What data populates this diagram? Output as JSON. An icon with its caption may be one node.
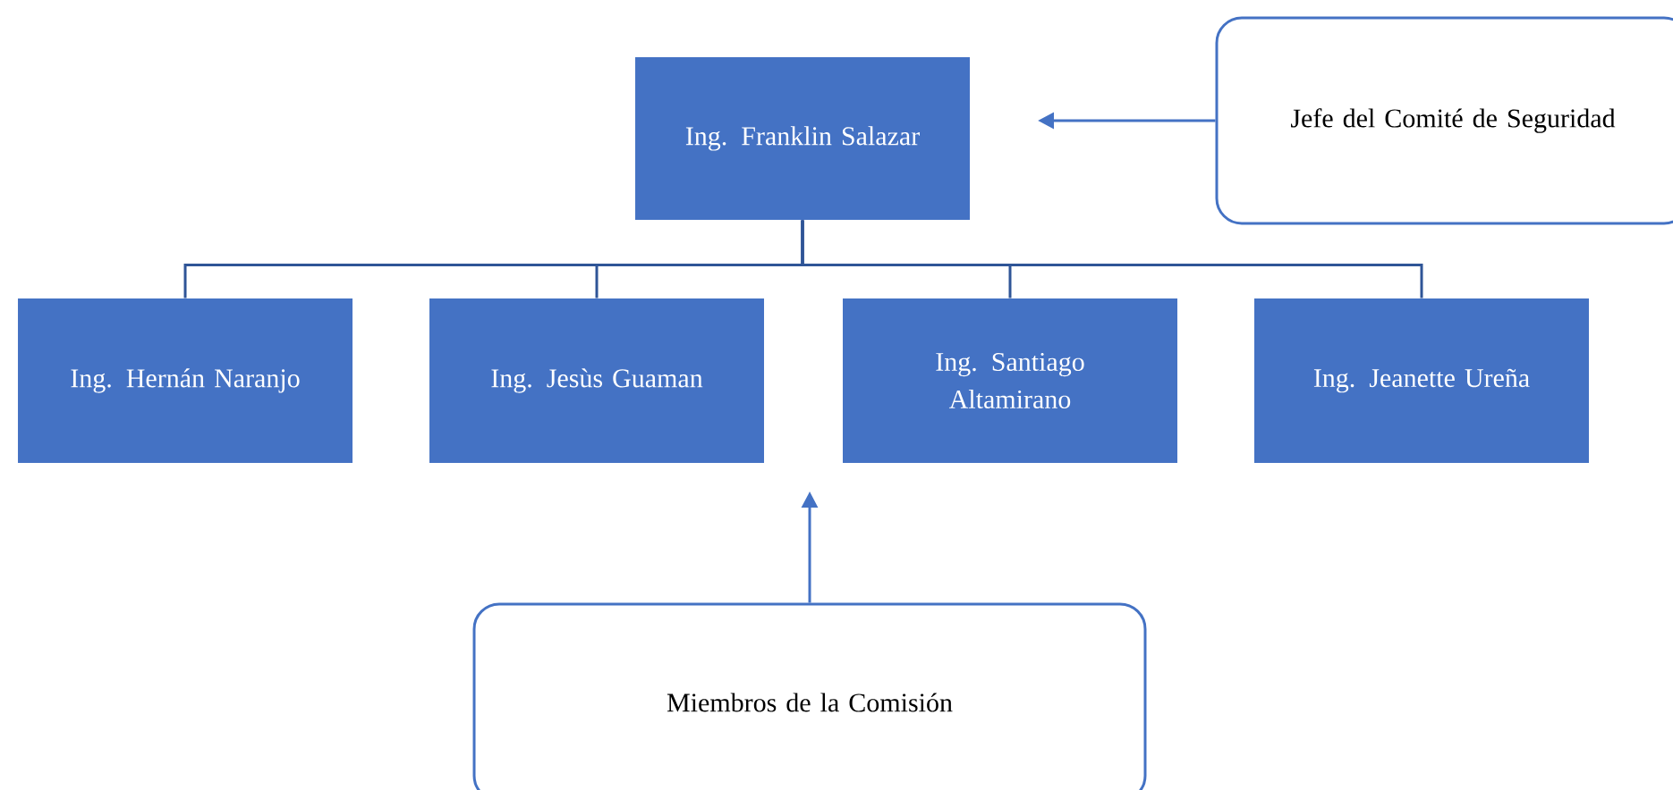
{
  "diagram": {
    "nodes": [
      {
        "text": [
          "Ing. Franklin Salazar"
        ]
      },
      {
        "text": [
          "Jefe del Comité de Seguridad"
        ]
      },
      {
        "text": [
          "Ing. Hernán Naranjo"
        ]
      },
      {
        "text": [
          "Ing. Jesùs Guaman"
        ]
      },
      {
        "text": [
          "Ing. Santiago Altamirano"
        ]
      },
      {
        "text": [
          "Ing. Jeanette Ureña"
        ]
      },
      {
        "text": [
          "Miembros de la Comisión"
        ]
      }
    ],
    "edges": [
      {
        "from": 1,
        "to": 0,
        "arrow": "to"
      },
      {
        "from": 0,
        "to": 2,
        "arrow": "none"
      },
      {
        "from": 0,
        "to": 3,
        "arrow": "none"
      },
      {
        "from": 0,
        "to": 4,
        "arrow": "none"
      },
      {
        "from": 0,
        "to": 5,
        "arrow": "none"
      },
      {
        "from": 6,
        "to": null,
        "arrow": "to"
      }
    ]
  }
}
